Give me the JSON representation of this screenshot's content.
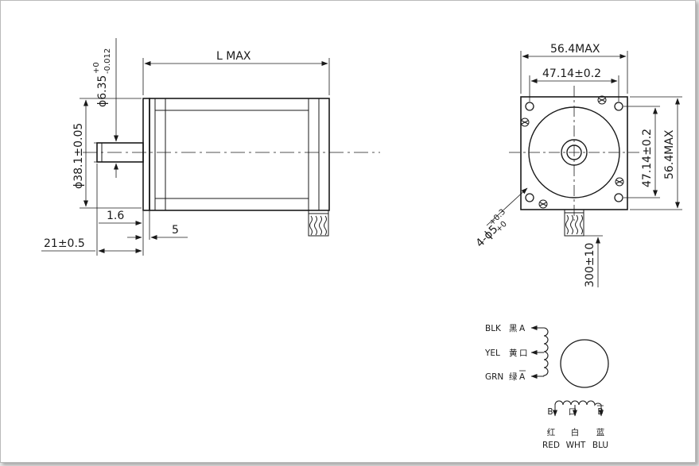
{
  "side_view": {
    "length": "L MAX",
    "shaft_diameter": "ϕ6.35",
    "shaft_tol_upper": "+0",
    "shaft_tol_lower": "-0.012",
    "pilot_diameter": "ϕ38.1±0.05",
    "pilot_depth": "1.6",
    "flange_thickness": "5",
    "shaft_length": "21±0.5"
  },
  "front_view": {
    "width": "56.4MAX",
    "hole_pitch_h": "47.14±0.2",
    "hole_pitch_v": "47.14±0.2",
    "height": "56.4MAX",
    "mount_holes": "4-ϕ5",
    "mount_holes_tol_upper": "+0.3",
    "mount_holes_tol_lower": "+0",
    "lead_length": "300±10"
  },
  "wiring": {
    "left_leads": [
      {
        "color": "BLK",
        "cn": "黑",
        "phase": "A"
      },
      {
        "color": "YEL",
        "cn": "黄",
        "phase": "口"
      },
      {
        "color": "GRN",
        "cn": "绿",
        "phase": "A"
      }
    ],
    "bottom_leads": [
      {
        "phase": "B",
        "cn": "红",
        "color": "RED"
      },
      {
        "phase": "口",
        "cn": "白",
        "color": "WHT"
      },
      {
        "phase": "B",
        "cn": "蓝",
        "color": "BLU"
      }
    ]
  },
  "colors": {
    "line": "#1a1a1a",
    "paper": "#ffffff"
  }
}
